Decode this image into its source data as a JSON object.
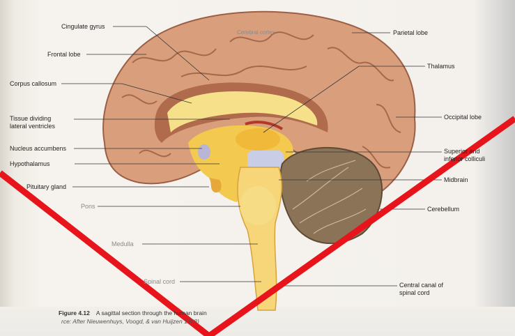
{
  "labels": {
    "cingulate_gyrus": "Cingulate gyrus",
    "frontal_lobe": "Frontal lobe",
    "corpus_callosum": "Corpus callosum",
    "tissue_dividing_1": "Tissue dividing",
    "tissue_dividing_2": "lateral ventricles",
    "nucleus_accumbens": "Nucleus accumbens",
    "hypothalamus": "Hypothalamus",
    "pituitary_gland": "Pituitary gland",
    "pons": "Pons",
    "medulla": "Medulla",
    "spinal_cord": "Spinal cord",
    "cerebral_cortex": "Cerebral cortex",
    "parietal_lobe": "Parietal lobe",
    "thalamus": "Thalamus",
    "occipital_lobe": "Occipital lobe",
    "colliculi_1": "Superior and",
    "colliculi_2": "inferior colliculi",
    "midbrain": "Midbrain",
    "cerebellum": "Cerebellum",
    "central_canal_1": "Central canal of",
    "central_canal_2": "spinal cord"
  },
  "caption": {
    "figure_number": "Figure 4.12",
    "title": "A sagittal section through the human brain",
    "source": "rce: After Nieuwenhuys, Voogd, & van Huijzen 1988)"
  },
  "colors": {
    "cortex": "#d99f7c",
    "cortex_shadow": "#b9765a",
    "corpus_callosum": "#f6e08a",
    "diencephalon": "#f3c94f",
    "brainstem": "#f6d678",
    "cerebellum": "#8b7357",
    "cross": "#e8141c"
  }
}
